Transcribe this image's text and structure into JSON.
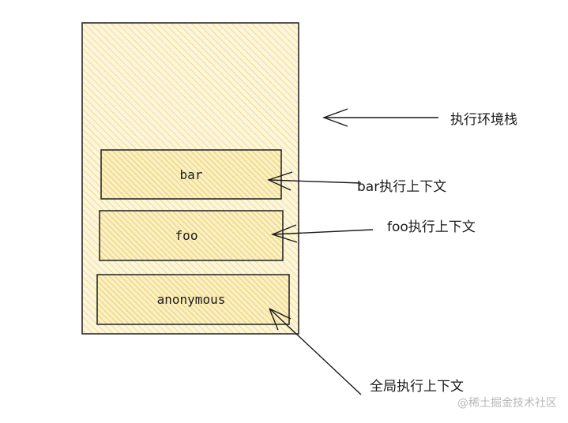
{
  "stack": {
    "label": "执行环境栈",
    "fill_color": "#f7e7a8",
    "hatch_color": "#e6c95a"
  },
  "contexts": [
    {
      "name": "bar",
      "label": "bar执行上下文"
    },
    {
      "name": "foo",
      "label": "foo执行上下文"
    },
    {
      "name": "anonymous",
      "label": "全局执行上下文"
    }
  ],
  "watermark": "@稀土掘金技术社区"
}
